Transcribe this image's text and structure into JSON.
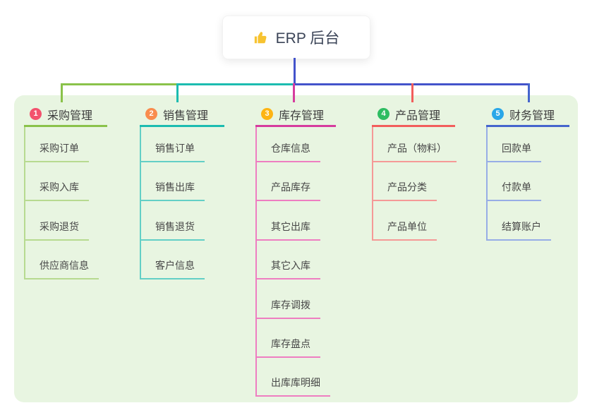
{
  "root": {
    "label": "ERP 后台",
    "icon": "thumbs-up-icon",
    "icon_color": "#f7c331"
  },
  "colors": {
    "root_line": "#4353cb",
    "panel_bg": "#e8f5e1",
    "title_text": "#3d3d3d",
    "child_text": "#474747"
  },
  "branches": [
    {
      "num": "1",
      "label": "采购管理",
      "badge_color": "#f3516d",
      "line_color": "#8ac24a",
      "child_line_color": "#b7da90",
      "children": [
        "采购订单",
        "采购入库",
        "采购退货",
        "供应商信息"
      ]
    },
    {
      "num": "2",
      "label": "销售管理",
      "badge_color": "#f98c4e",
      "line_color": "#1cbcb0",
      "child_line_color": "#63cfc6",
      "children": [
        "销售订单",
        "销售出库",
        "销售退货",
        "客户信息"
      ]
    },
    {
      "num": "3",
      "label": "库存管理",
      "badge_color": "#fdb414",
      "line_color": "#d63c9e",
      "child_line_color": "#ee7ec1",
      "children": [
        "仓库信息",
        "产品库存",
        "其它出库",
        "其它入库",
        "库存调拨",
        "库存盘点",
        "出库库明细"
      ]
    },
    {
      "num": "4",
      "label": "产品管理",
      "badge_color": "#2ebd62",
      "line_color": "#f25e5c",
      "child_line_color": "#f59997",
      "children": [
        "产品（物料）",
        "产品分类",
        "产品单位"
      ]
    },
    {
      "num": "5",
      "label": "财务管理",
      "badge_color": "#2aa7e8",
      "line_color": "#4565cd",
      "child_line_color": "#97ade6",
      "children": [
        "回款单",
        "付款单",
        "结算账户"
      ]
    }
  ]
}
